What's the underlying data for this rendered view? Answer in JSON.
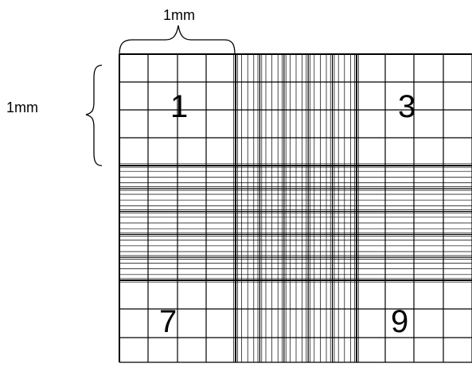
{
  "dimension_labels": {
    "top": "1mm",
    "left": "1mm"
  },
  "square_labels": {
    "top_left": "1",
    "top_right": "3",
    "bottom_left": "7",
    "bottom_right": "9"
  },
  "colors": {
    "line": "#000000",
    "background": "#ffffff"
  }
}
